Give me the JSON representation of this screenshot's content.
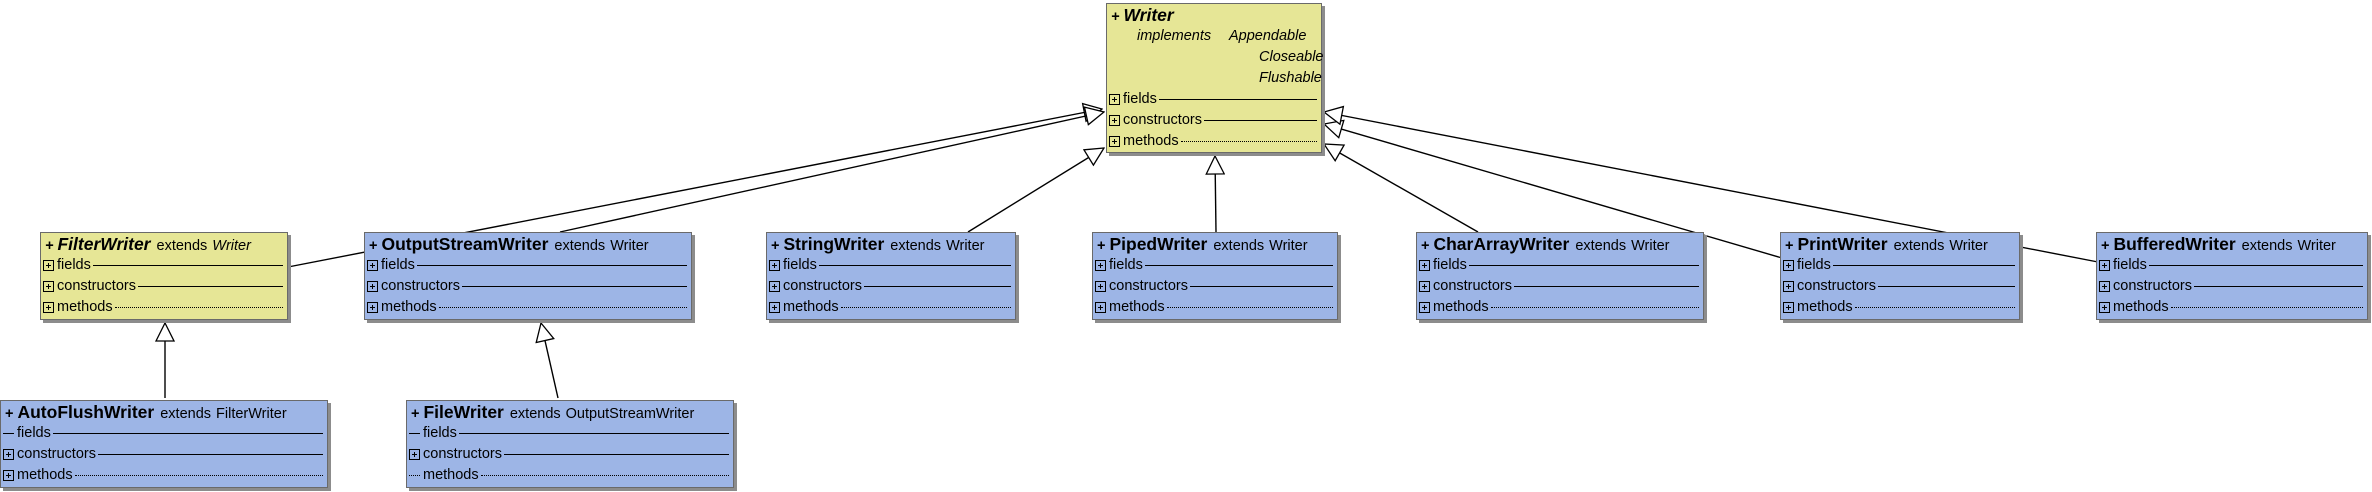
{
  "sections": {
    "fields": "fields",
    "constructors": "constructors",
    "methods": "methods"
  },
  "keywords": {
    "extends": "extends",
    "implements": "implements"
  },
  "plus": "+",
  "colors": {
    "concrete": "#9db5e6",
    "abstract": "#e6e696",
    "border": "#6a6a6a"
  },
  "classes": {
    "writer": {
      "name": "Writer",
      "abstract": true,
      "interfaces": [
        "Appendable",
        "Closeable",
        "Flushable"
      ]
    },
    "filterwriter": {
      "name": "FilterWriter",
      "abstract": true,
      "super": "Writer"
    },
    "outputstreamwriter": {
      "name": "OutputStreamWriter",
      "super": "Writer"
    },
    "stringwriter": {
      "name": "StringWriter",
      "super": "Writer"
    },
    "pipedwriter": {
      "name": "PipedWriter",
      "super": "Writer"
    },
    "chararraywriter": {
      "name": "CharArrayWriter",
      "super": "Writer"
    },
    "printwriter": {
      "name": "PrintWriter",
      "super": "Writer"
    },
    "bufferedwriter": {
      "name": "BufferedWriter",
      "super": "Writer"
    },
    "autoflushwriter": {
      "name": "AutoFlushWriter",
      "super": "FilterWriter"
    },
    "filewriter": {
      "name": "FileWriter",
      "super": "OutputStreamWriter"
    }
  },
  "inheritance": [
    {
      "from": "FilterWriter",
      "to": "Writer"
    },
    {
      "from": "OutputStreamWriter",
      "to": "Writer"
    },
    {
      "from": "StringWriter",
      "to": "Writer"
    },
    {
      "from": "PipedWriter",
      "to": "Writer"
    },
    {
      "from": "CharArrayWriter",
      "to": "Writer"
    },
    {
      "from": "PrintWriter",
      "to": "Writer"
    },
    {
      "from": "BufferedWriter",
      "to": "Writer"
    },
    {
      "from": "AutoFlushWriter",
      "to": "FilterWriter"
    },
    {
      "from": "FileWriter",
      "to": "OutputStreamWriter"
    }
  ]
}
